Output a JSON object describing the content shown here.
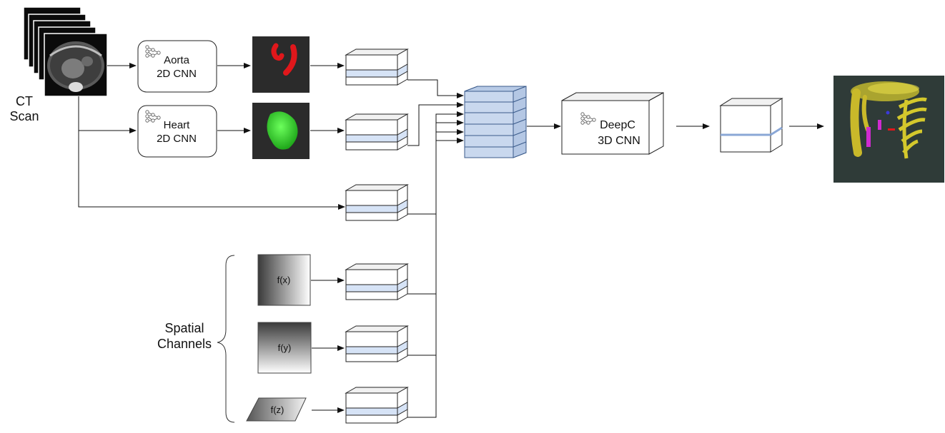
{
  "input": {
    "title_line1": "CT",
    "title_line2": "Scan"
  },
  "models": {
    "aorta": {
      "name": "Aorta",
      "kind": "2D CNN"
    },
    "heart": {
      "name": "Heart",
      "kind": "2D CNN"
    },
    "deepc": {
      "name": "DeepC",
      "kind": "3D CNN"
    }
  },
  "spatial": {
    "label_line1": "Spatial",
    "label_line2": "Channels",
    "fx": "f(x)",
    "fy": "f(y)",
    "fz": "f(z)"
  },
  "colors": {
    "aorta_mask": "#e0171b",
    "heart_mask": "#2fdc2a",
    "mask_bg": "#2b2b2b",
    "stack_face": "#c9d8ee",
    "slice_band": "#d6e3f6",
    "output_bg": "#2f3b38",
    "output_yellow": "#d4c82c"
  }
}
